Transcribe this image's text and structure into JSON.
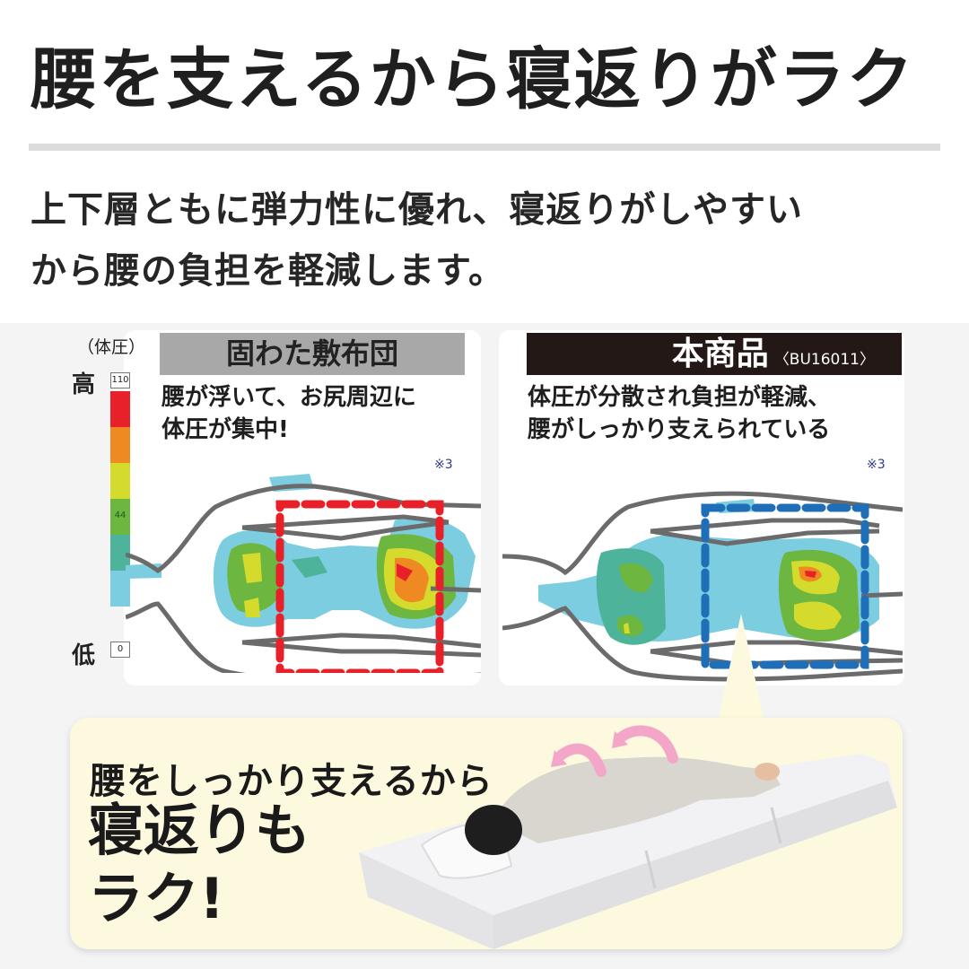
{
  "header": {
    "headline": "腰を支えるから寝返りがラク",
    "subtext_line1": "上下層ともに弾力性に優れ、寝返りがしやすい",
    "subtext_line2": "から腰の負担を軽減します。"
  },
  "legend": {
    "title": "（体圧）",
    "high_label": "高",
    "low_label": "低",
    "max_value": "110",
    "mid_value": "44",
    "min_value": "0",
    "colors": [
      "#e8202a",
      "#ef8a22",
      "#d4db2c",
      "#6db63f",
      "#4db39a",
      "#7ccde0"
    ]
  },
  "comparison": {
    "left": {
      "label": "固わた敷布団",
      "description_line1": "腰が浮いて、お尻周辺に",
      "description_line2": "体圧が集中!",
      "note": "※3",
      "highlight_color": "#e8202a"
    },
    "right": {
      "label": "本商品",
      "model": "〈BU16011〉",
      "description_line1": "体圧が分散され負担が軽減、",
      "description_line2": "腰がしっかり支えられている",
      "note": "※3",
      "highlight_color": "#1f6fb8"
    }
  },
  "callout": {
    "line1": "腰をしっかり支えるから",
    "line2": "寝返りも",
    "line3": "ラク!"
  }
}
